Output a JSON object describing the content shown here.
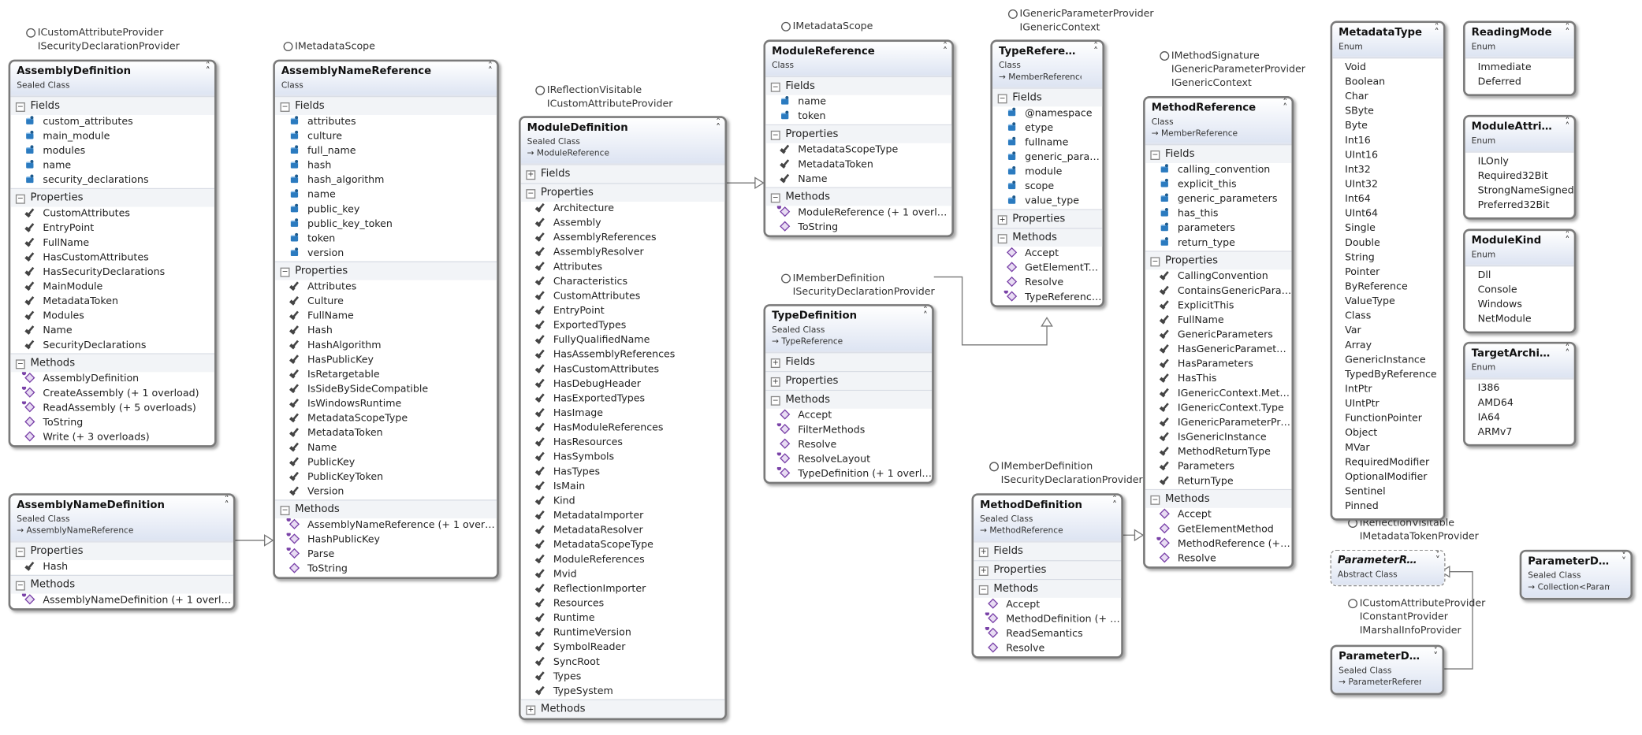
{
  "lollipops": [
    {
      "id": "lol-assemblydef",
      "lines": [
        "ICustomAttributeProvider",
        "ISecurityDeclarationProvider"
      ]
    },
    {
      "id": "lol-assemblynameref",
      "lines": [
        "IMetadataScope"
      ]
    },
    {
      "id": "lol-moduledef",
      "lines": [
        "IReflectionVisitable",
        "ICustomAttributeProvider"
      ]
    },
    {
      "id": "lol-moduleref",
      "lines": [
        "IMetadataScope"
      ]
    },
    {
      "id": "lol-typeref",
      "lines": [
        "IGenericParameterProvider",
        "IGenericContext"
      ]
    },
    {
      "id": "lol-methodref",
      "lines": [
        "IMethodSignature",
        "IGenericParameterProvider",
        "IGenericContext"
      ]
    },
    {
      "id": "lol-typedef",
      "lines": [
        "IMemberDefinition",
        "ISecurityDeclarationProvider"
      ]
    },
    {
      "id": "lol-methoddef",
      "lines": [
        "IMemberDefinition",
        "ISecurityDeclarationProvider"
      ]
    },
    {
      "id": "lol-paramref",
      "lines": [
        "IReflectionVisitable",
        "IMetadataTokenProvider"
      ]
    },
    {
      "id": "lol-paramdef",
      "lines": [
        "ICustomAttributeProvider",
        "IConstantProvider",
        "IMarshalInfoProvider"
      ]
    }
  ],
  "boxes": [
    {
      "id": "AssemblyDefinition",
      "title": "AssemblyDefinition",
      "kind": "Sealed Class",
      "base": "",
      "chevron": "up",
      "sections": [
        {
          "name": "Fields",
          "open": true,
          "icon": "field",
          "items": [
            "custom_attributes",
            "main_module",
            "modules",
            "name",
            "security_declarations"
          ]
        },
        {
          "name": "Properties",
          "open": true,
          "icon": "prop",
          "items": [
            "CustomAttributes",
            "EntryPoint",
            "FullName",
            "HasCustomAttributes",
            "HasSecurityDeclarations",
            "MainModule",
            "MetadataToken",
            "Modules",
            "Name",
            "SecurityDeclarations"
          ]
        },
        {
          "name": "Methods",
          "open": true,
          "icon": "meth",
          "items": [
            "AssemblyDefinition",
            "CreateAssembly (+ 1 overload)",
            "ReadAssembly (+ 5 overloads)",
            "ToString",
            "Write (+ 3 overloads)"
          ]
        }
      ]
    },
    {
      "id": "AssemblyNameDefinition",
      "title": "AssemblyNameDefinition",
      "kind": "Sealed Class",
      "base": "AssemblyNameReference",
      "chevron": "up",
      "sections": [
        {
          "name": "Properties",
          "open": true,
          "icon": "prop",
          "items": [
            "Hash"
          ]
        },
        {
          "name": "Methods",
          "open": true,
          "icon": "meth",
          "items": [
            "AssemblyNameDefinition (+ 1 overload)"
          ]
        }
      ]
    },
    {
      "id": "AssemblyNameReference",
      "title": "AssemblyNameReference",
      "kind": "Class",
      "base": "",
      "chevron": "up",
      "sections": [
        {
          "name": "Fields",
          "open": true,
          "icon": "field",
          "items": [
            "attributes",
            "culture",
            "full_name",
            "hash",
            "hash_algorithm",
            "name",
            "public_key",
            "public_key_token",
            "token",
            "version"
          ]
        },
        {
          "name": "Properties",
          "open": true,
          "icon": "prop",
          "items": [
            "Attributes",
            "Culture",
            "FullName",
            "Hash",
            "HashAlgorithm",
            "HasPublicKey",
            "IsRetargetable",
            "IsSideBySideCompatible",
            "IsWindowsRuntime",
            "MetadataScopeType",
            "MetadataToken",
            "Name",
            "PublicKey",
            "PublicKeyToken",
            "Version"
          ]
        },
        {
          "name": "Methods",
          "open": true,
          "icon": "meth",
          "items": [
            "AssemblyNameReference (+ 1 overload)",
            "HashPublicKey",
            "Parse",
            "ToString"
          ]
        }
      ]
    },
    {
      "id": "ModuleDefinition",
      "title": "ModuleDefinition",
      "kind": "Sealed Class",
      "base": "ModuleReference",
      "chevron": "up",
      "sections": [
        {
          "name": "Fields",
          "open": false,
          "icon": "field",
          "items": []
        },
        {
          "name": "Properties",
          "open": true,
          "icon": "prop",
          "items": [
            "Architecture",
            "Assembly",
            "AssemblyReferences",
            "AssemblyResolver",
            "Attributes",
            "Characteristics",
            "CustomAttributes",
            "EntryPoint",
            "ExportedTypes",
            "FullyQualifiedName",
            "HasAssemblyReferences",
            "HasCustomAttributes",
            "HasDebugHeader",
            "HasExportedTypes",
            "HasImage",
            "HasModuleReferences",
            "HasResources",
            "HasSymbols",
            "HasTypes",
            "IsMain",
            "Kind",
            "MetadataImporter",
            "MetadataResolver",
            "MetadataScopeType",
            "ModuleReferences",
            "Mvid",
            "ReflectionImporter",
            "Resources",
            "Runtime",
            "RuntimeVersion",
            "SymbolReader",
            "SyncRoot",
            "Types",
            "TypeSystem"
          ]
        },
        {
          "name": "Methods",
          "open": false,
          "icon": "meth",
          "items": []
        }
      ]
    },
    {
      "id": "ModuleReference",
      "title": "ModuleReference",
      "kind": "Class",
      "base": "",
      "chevron": "up",
      "sections": [
        {
          "name": "Fields",
          "open": true,
          "icon": "field",
          "items": [
            "name",
            "token"
          ]
        },
        {
          "name": "Properties",
          "open": true,
          "icon": "prop",
          "items": [
            "MetadataScopeType",
            "MetadataToken",
            "Name"
          ]
        },
        {
          "name": "Methods",
          "open": true,
          "icon": "meth",
          "items": [
            "ModuleReference (+ 1 overload)",
            "ToString"
          ]
        }
      ]
    },
    {
      "id": "TypeDefinition",
      "title": "TypeDefinition",
      "kind": "Sealed Class",
      "base": "TypeReference",
      "chevron": "up",
      "sections": [
        {
          "name": "Fields",
          "open": false,
          "icon": "field",
          "items": []
        },
        {
          "name": "Properties",
          "open": false,
          "icon": "prop",
          "items": []
        },
        {
          "name": "Methods",
          "open": true,
          "icon": "meth",
          "items": [
            "Accept",
            "FilterMethods",
            "Resolve",
            "ResolveLayout",
            "TypeDefinition (+ 1 overload)"
          ]
        }
      ]
    },
    {
      "id": "TypeReference",
      "title": "TypeReference",
      "kind": "Class",
      "base": "MemberReference",
      "chevron": "up",
      "sections": [
        {
          "name": "Fields",
          "open": true,
          "icon": "field",
          "items": [
            "@namespace",
            "etype",
            "fullname",
            "generic_param…",
            "module",
            "scope",
            "value_type"
          ]
        },
        {
          "name": "Properties",
          "open": false,
          "icon": "prop",
          "items": []
        },
        {
          "name": "Methods",
          "open": true,
          "icon": "meth",
          "items": [
            "Accept",
            "GetElementType",
            "Resolve",
            "TypeReference…"
          ]
        }
      ]
    },
    {
      "id": "MethodDefinition",
      "title": "MethodDefinition",
      "kind": "Sealed Class",
      "base": "MethodReference",
      "chevron": "up",
      "sections": [
        {
          "name": "Fields",
          "open": false,
          "icon": "field",
          "items": []
        },
        {
          "name": "Properties",
          "open": false,
          "icon": "prop",
          "items": []
        },
        {
          "name": "Methods",
          "open": true,
          "icon": "meth",
          "items": [
            "Accept",
            "MethodDefinition (+ 1 o…",
            "ReadSemantics",
            "Resolve"
          ]
        }
      ]
    },
    {
      "id": "MethodReference",
      "title": "MethodReference",
      "kind": "Class",
      "base": "MemberReference",
      "chevron": "up",
      "sections": [
        {
          "name": "Fields",
          "open": true,
          "icon": "field",
          "items": [
            "calling_convention",
            "explicit_this",
            "generic_parameters",
            "has_this",
            "parameters",
            "return_type"
          ]
        },
        {
          "name": "Properties",
          "open": true,
          "icon": "prop",
          "items": [
            "CallingConvention",
            "ContainsGenericParamet…",
            "ExplicitThis",
            "FullName",
            "GenericParameters",
            "HasGenericParameters",
            "HasParameters",
            "HasThis",
            "IGenericContext.Method",
            "IGenericContext.Type",
            "IGenericParameterProvi…",
            "IsGenericInstance",
            "MethodReturnType",
            "Parameters",
            "ReturnType"
          ]
        },
        {
          "name": "Methods",
          "open": true,
          "icon": "meth",
          "items": [
            "Accept",
            "GetElementMethod",
            "MethodReference (+ 2 o…",
            "Resolve"
          ]
        }
      ]
    },
    {
      "id": "MetadataType",
      "title": "MetadataType",
      "kind": "Enum",
      "base": "",
      "chevron": "up",
      "enum": true,
      "values": [
        "Void",
        "Boolean",
        "Char",
        "SByte",
        "Byte",
        "Int16",
        "UInt16",
        "Int32",
        "UInt32",
        "Int64",
        "UInt64",
        "Single",
        "Double",
        "String",
        "Pointer",
        "ByReference",
        "ValueType",
        "Class",
        "Var",
        "Array",
        "GenericInstance",
        "TypedByReference",
        "IntPtr",
        "UIntPtr",
        "FunctionPointer",
        "Object",
        "MVar",
        "RequiredModifier",
        "OptionalModifier",
        "Sentinel",
        "Pinned"
      ]
    },
    {
      "id": "ReadingMode",
      "title": "ReadingMode",
      "kind": "Enum",
      "base": "",
      "chevron": "up",
      "enum": true,
      "values": [
        "Immediate",
        "Deferred"
      ]
    },
    {
      "id": "ModuleAttributes",
      "title": "ModuleAttributes",
      "kind": "Enum",
      "base": "",
      "chevron": "up",
      "enum": true,
      "values": [
        "ILOnly",
        "Required32Bit",
        "StrongNameSigned",
        "Preferred32Bit"
      ]
    },
    {
      "id": "ModuleKind",
      "title": "ModuleKind",
      "kind": "Enum",
      "base": "",
      "chevron": "up",
      "enum": true,
      "values": [
        "Dll",
        "Console",
        "Windows",
        "NetModule"
      ]
    },
    {
      "id": "TargetArchitecture",
      "title": "TargetArchitect…",
      "kind": "Enum",
      "base": "",
      "chevron": "up",
      "enum": true,
      "values": [
        "I386",
        "AMD64",
        "IA64",
        "ARMv7"
      ]
    },
    {
      "id": "ParameterReference",
      "title": "ParameterReference",
      "kind": "Abstract Class",
      "base": "",
      "chevron": "down",
      "dashed": true,
      "sections": []
    },
    {
      "id": "ParameterDefinition",
      "title": "ParameterDefini…",
      "kind": "Sealed Class",
      "base": "ParameterReference",
      "chevron": "down",
      "sections": []
    },
    {
      "id": "ParameterDefinitionCollection",
      "title": "ParameterDefini…",
      "kind": "Sealed Class",
      "base": "Collection<Parameter…",
      "chevron": "down",
      "sections": []
    }
  ]
}
